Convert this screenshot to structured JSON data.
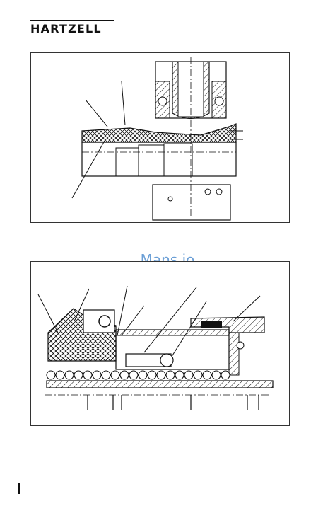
{
  "header": {
    "brand": "HARTZELL"
  },
  "watermark": {
    "text": "Mans.io"
  },
  "figures": [
    {
      "id": "fig1",
      "icon": "bearing-cross-section-drawing"
    },
    {
      "id": "fig2",
      "icon": "ball-race-cross-section-drawing"
    }
  ]
}
